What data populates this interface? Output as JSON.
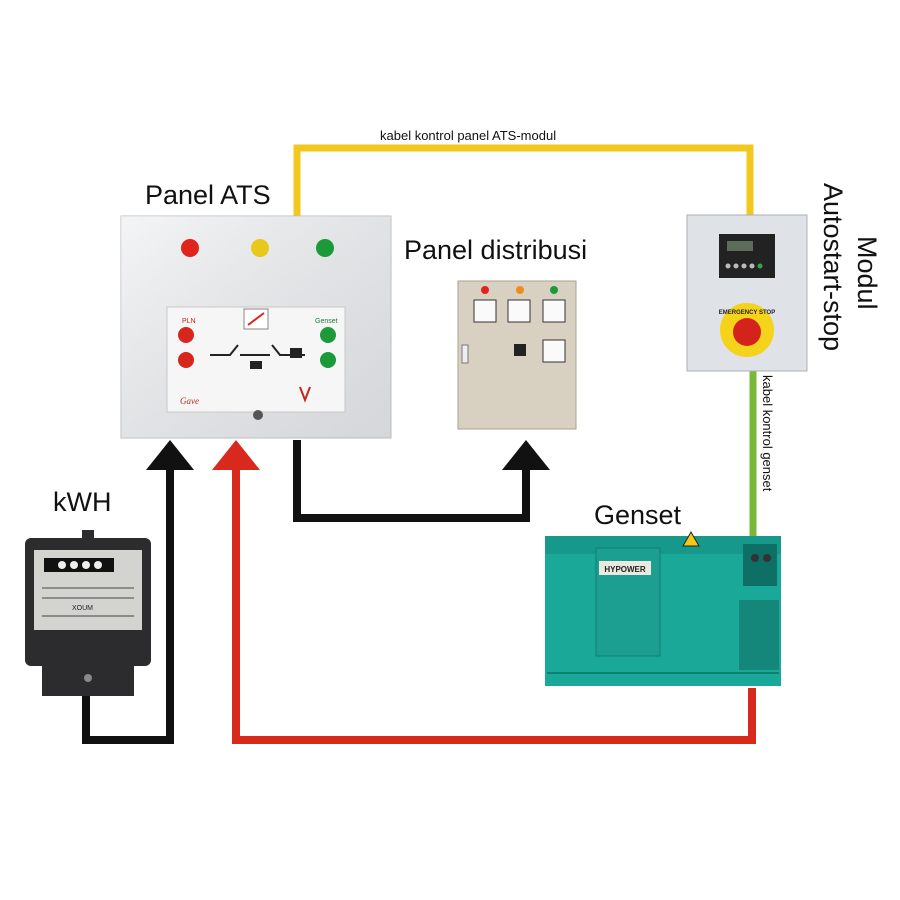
{
  "labels": {
    "panel_ats": "Panel ATS",
    "panel_distribusi": "Panel distribusi",
    "modul_line1": "Modul",
    "modul_line2": "Autostart-stop",
    "kwh": "kWH",
    "genset": "Genset",
    "cable_top": "kabel kontrol panel ATS-modul",
    "cable_genset": "kabel kontrol genset"
  },
  "ats_panel": {
    "pln_label": "PLN",
    "genset_label": "Genset",
    "brand": "Gave",
    "indicator_colors": [
      "#e0241b",
      "#e8c81a",
      "#1c9a3a"
    ]
  },
  "distribution_panel": {
    "indicator_colors": [
      "#e0241b",
      "#f08a1a",
      "#1c9a3a"
    ]
  },
  "autostart_module": {
    "button_text": "EMERGENCY STOP"
  },
  "kwh_meter": {
    "brand": "XOUM"
  },
  "genset_unit": {
    "brand": "HYPOWER",
    "body_color": "#1aa999"
  },
  "wire_colors": {
    "control_ats_module": "#f2c81e",
    "control_genset": "#79b93a",
    "power_genset": "#d8291c",
    "power_utility": "#111111"
  }
}
